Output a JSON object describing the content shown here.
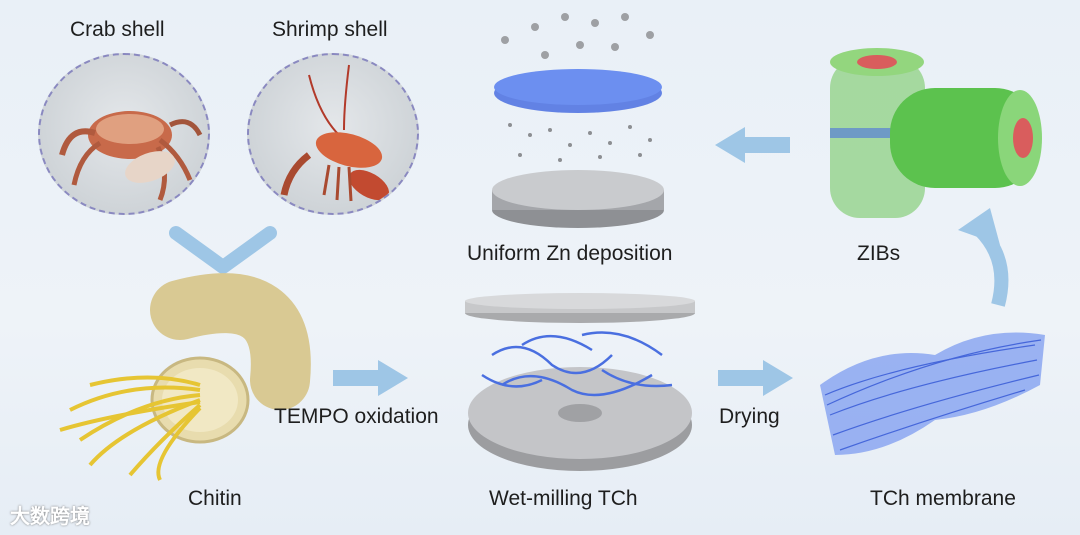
{
  "labels": {
    "crab_shell": "Crab shell",
    "shrimp_shell": "Shrimp shell",
    "uniform_zn_deposition": "Uniform Zn deposition",
    "zibs": "ZIBs",
    "tempo_oxidation": "TEMPO oxidation",
    "drying": "Drying",
    "chitin": "Chitin",
    "wet_milling_tch": "Wet-milling TCh",
    "tch_membrane": "TCh membrane"
  },
  "watermark": "大数跨境",
  "colors": {
    "arrow": "#9ec6e6",
    "fiber_blue": "#4a6fe0",
    "chitin_fiber": "#e6c533",
    "battery_green": "#5cc24e"
  }
}
